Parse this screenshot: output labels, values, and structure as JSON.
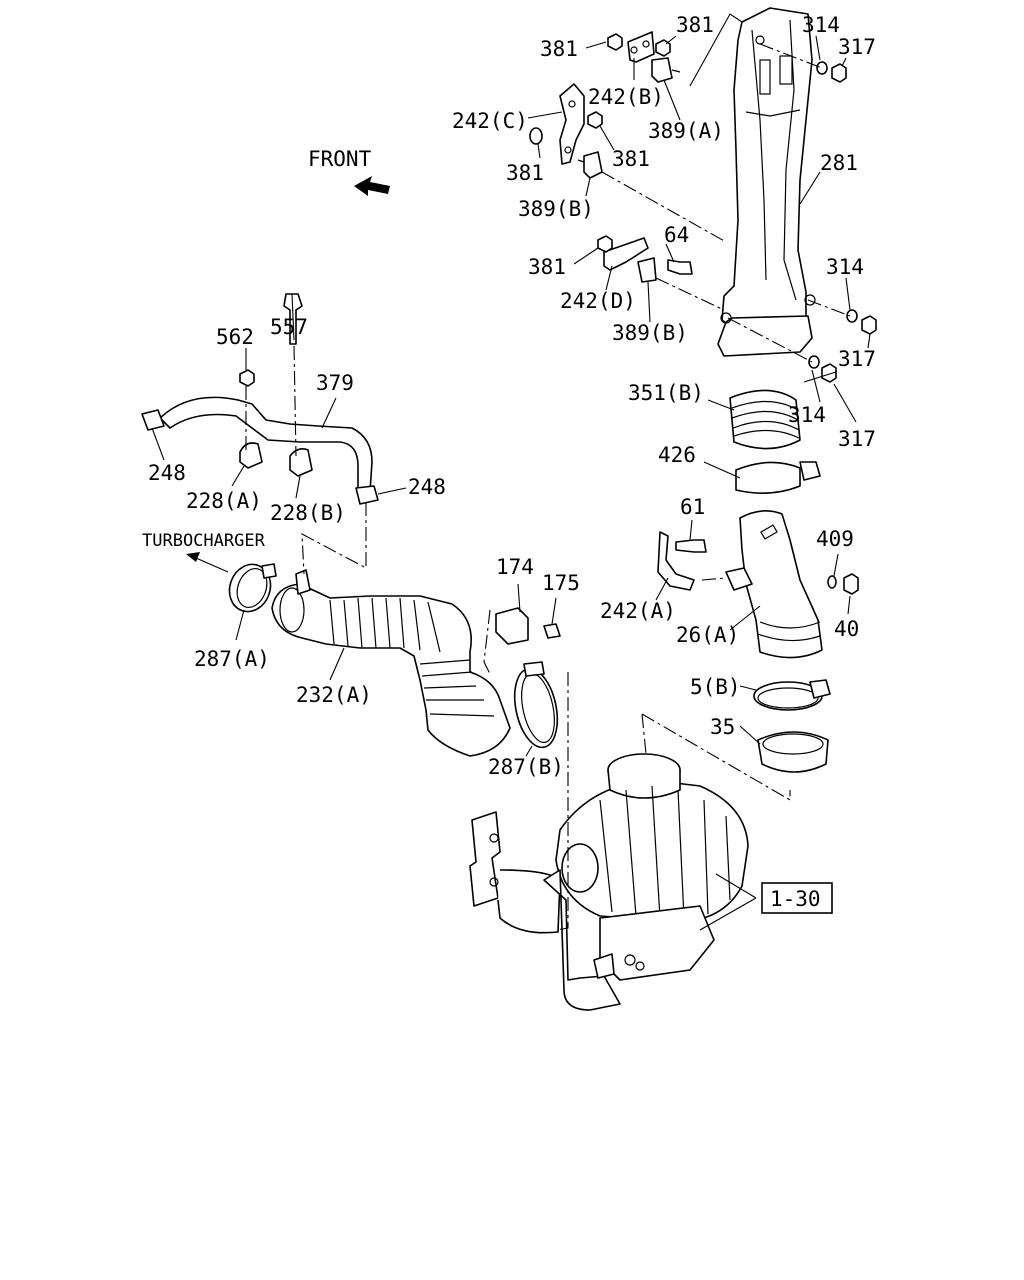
{
  "annotations": {
    "front": "FRONT",
    "turbocharger": "TURBOCHARGER",
    "ref_box": "1-30"
  },
  "parts": {
    "p381_a": "381",
    "p381_b": "381",
    "p381_c": "381",
    "p381_d": "381",
    "p381_e": "381",
    "p314_a": "314",
    "p314_b": "314",
    "p314_c": "314",
    "p317_a": "317",
    "p317_b": "317",
    "p317_c": "317",
    "p242B": "242(B)",
    "p242C": "242(C)",
    "p242D": "242(D)",
    "p242A": "242(A)",
    "p389A": "389(A)",
    "p389B_a": "389(B)",
    "p389B_b": "389(B)",
    "p281": "281",
    "p64": "64",
    "p351B": "351(B)",
    "p426": "426",
    "p562": "562",
    "p557": "557",
    "p379": "379",
    "p248_a": "248",
    "p248_b": "248",
    "p228A": "228(A)",
    "p228B": "228(B)",
    "p61": "61",
    "p409": "409",
    "p40": "40",
    "p26A": "26(A)",
    "p174": "174",
    "p175": "175",
    "p287A": "287(A)",
    "p287B": "287(B)",
    "p232A": "232(A)",
    "p5B": "5(B)",
    "p35": "35"
  }
}
